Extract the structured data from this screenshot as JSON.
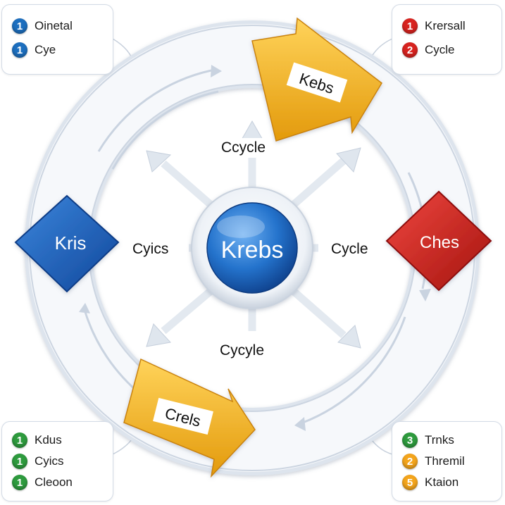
{
  "center": {
    "label": "Krebs"
  },
  "diamonds": {
    "left": {
      "label": "Kris",
      "color": "#1e5fbf"
    },
    "right": {
      "label": "Ches",
      "color": "#d8231f"
    }
  },
  "ring_arrows": {
    "top": {
      "label": "Kebs",
      "color": "#f4b01c"
    },
    "bottom": {
      "label": "Crels",
      "color": "#f4b01c"
    }
  },
  "spoke_labels": {
    "top": "Ccycle",
    "left": "Cyics",
    "right": "Cycle",
    "bottom": "Cycyle"
  },
  "legends": {
    "top_left": {
      "items": [
        {
          "number": "1",
          "label": "Oinetal",
          "color": "#1d6fbf"
        },
        {
          "number": "1",
          "label": "Cye",
          "color": "#1d6fbf"
        }
      ]
    },
    "top_right": {
      "items": [
        {
          "number": "1",
          "label": "Krersall",
          "color": "#d8231f"
        },
        {
          "number": "2",
          "label": "Cycle",
          "color": "#d8231f"
        }
      ]
    },
    "bottom_left": {
      "items": [
        {
          "number": "1",
          "label": "Kdus",
          "color": "#2e9b3e"
        },
        {
          "number": "1",
          "label": "Cyics",
          "color": "#2e9b3e"
        },
        {
          "number": "1",
          "label": "Cleoon",
          "color": "#2e9b3e"
        }
      ]
    },
    "bottom_right": {
      "items": [
        {
          "number": "3",
          "label": "Trnks",
          "color": "#2e9b3e"
        },
        {
          "number": "2",
          "label": "Thremil",
          "color": "#f4a51c"
        },
        {
          "number": "5",
          "label": "Ktaion",
          "color": "#f4a51c"
        }
      ]
    }
  },
  "icons": {
    "numbered_badge": "numbered-badge-icon",
    "direction_arrow": "arrow-icon"
  }
}
